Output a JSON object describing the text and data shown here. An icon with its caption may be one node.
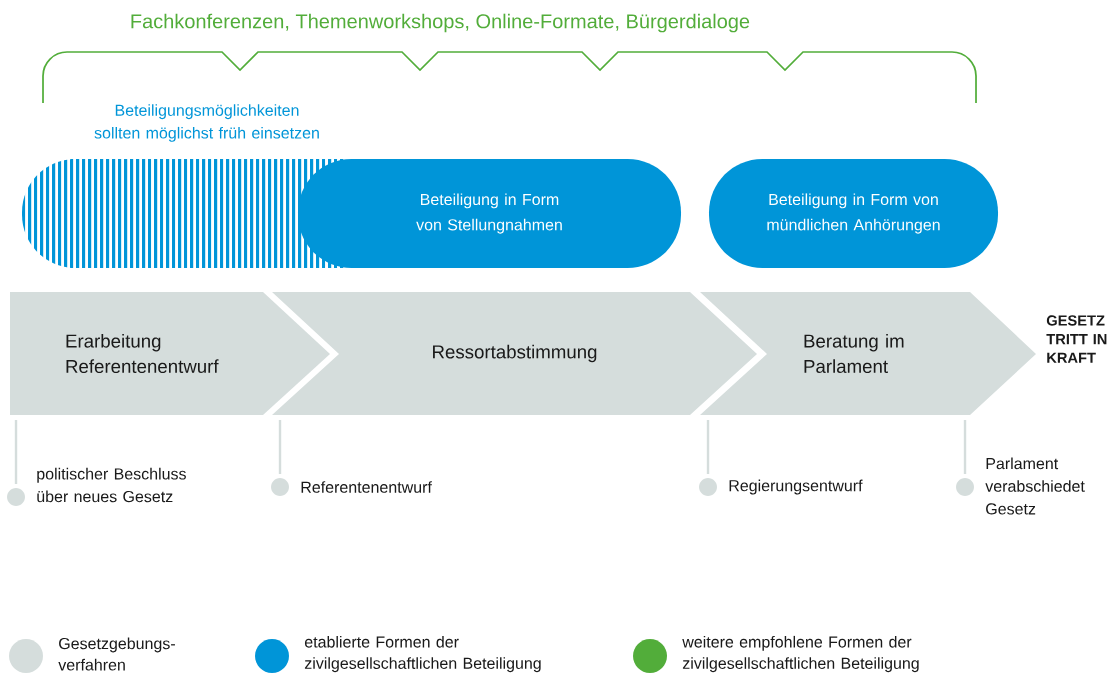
{
  "diagram": {
    "nodes": [
      {
        "text": [],
        "shape": "box",
        "beside": [
          "Beteiligungsmöglichkeiten sollten möglichst früh einsetzen"
        ]
      },
      {
        "text": [
          "Beteiligung in Form von Stellungnahmen"
        ]
      },
      {
        "text": [
          "Beteiligung in Form von mündlichen Anhörungen"
        ]
      },
      {
        "text": [
          "Erarbeitung Referentenentwurf"
        ]
      },
      {
        "text": [
          "Ressortabstimmung"
        ]
      },
      {
        "text": [
          "Beratung im Parlament"
        ]
      }
    ],
    "labels": [
      "Fachkonferenzen, Themenworkshops, Online-Formate, Bürgerdialoge",
      "GESETZ TRITT IN KRAFT",
      "politischer Beschluss über neues Gesetz",
      "Referentenentwurf",
      "Regierungsentwurf",
      "Parlament verabschiedet Gesetz"
    ],
    "legend": [
      {
        "text": "Gesetzgebungs- verfahren",
        "color": "#d5dddc"
      },
      {
        "text": "etablierte Formen der zivilgesellschaftlichen Beteiligung",
        "color": "#0095d8"
      },
      {
        "text": "weitere empfohlene Formen der zivilgesellschaftlichen Beteiligung",
        "color": "#52ad3a"
      }
    ]
  }
}
